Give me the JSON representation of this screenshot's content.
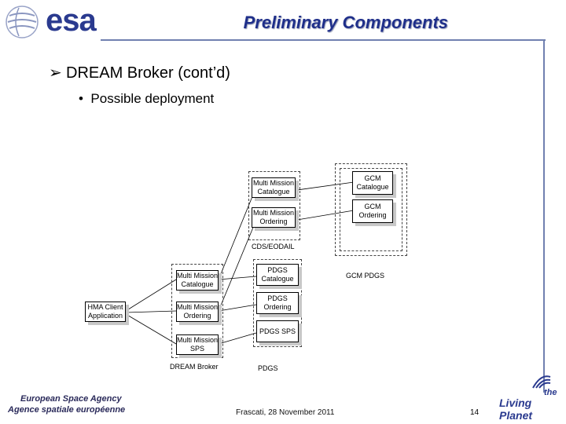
{
  "header": {
    "title": "Preliminary Components",
    "logo_text": "esa"
  },
  "content": {
    "bullet_level1": "DREAM Broker (cont’d)",
    "bullet_level2": "Possible deployment"
  },
  "diagram": {
    "cds_boxes": [
      "Multi Mission Catalogue",
      "Multi Mission Ordering"
    ],
    "cds_label": "CDS/EODAIL",
    "gcm_boxes": [
      "GCM Catalogue",
      "GCM Ordering"
    ],
    "gcm_label": "GCM PDGS",
    "broker_boxes": [
      "Multi Mission Catalogue",
      "Multi Mission Ordering",
      "Multi Mission SPS"
    ],
    "broker_label": "DREAM Broker",
    "pdgs_boxes": [
      "PDGS Catalogue",
      "PDGS Ordering",
      "PDGS SPS"
    ],
    "pdgs_label": "PDGS",
    "client_box": "HMA Client Application"
  },
  "footer": {
    "agency_en": "European Space Agency",
    "agency_fr": "Agence spatiale européenne",
    "event": "Frascati, 28 November 2011",
    "page_number": "14",
    "brand_the": "the",
    "brand_living_planet": "Living Planet"
  }
}
